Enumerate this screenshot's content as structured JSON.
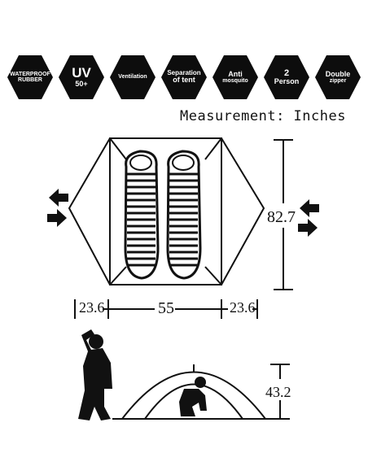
{
  "badges": [
    {
      "icon": "waterproof-rubber-icon",
      "line1": "",
      "line2": "WATERPROOF",
      "line3": "RUBBER"
    },
    {
      "icon": "uv-icon",
      "line1": "UV",
      "line2": "50+",
      "line3": ""
    },
    {
      "icon": "ventilation-icon",
      "line1": "",
      "line2": "Ventilation",
      "line3": ""
    },
    {
      "icon": "separation-icon",
      "line1": "Separation",
      "line2": "of tent",
      "line3": ""
    },
    {
      "icon": "mosquito-icon",
      "line1": "",
      "line2": "Anti",
      "line3": "mosquito"
    },
    {
      "icon": "two-person-icon",
      "line1": "2",
      "line2": "Person",
      "line3": ""
    },
    {
      "icon": "double-zipper-icon",
      "line1": "",
      "line2": "Double",
      "line3": "zipper"
    }
  ],
  "measurement_label": "Measurement: Inches",
  "dimensions": {
    "length": "82.7",
    "width_center": "55",
    "width_vestibule_left": "23.6",
    "width_vestibule_right": "23.6",
    "height": "43.2"
  },
  "colors": {
    "ink": "#111111",
    "badge_fill": "#0d0d0d",
    "background": "#ffffff"
  }
}
